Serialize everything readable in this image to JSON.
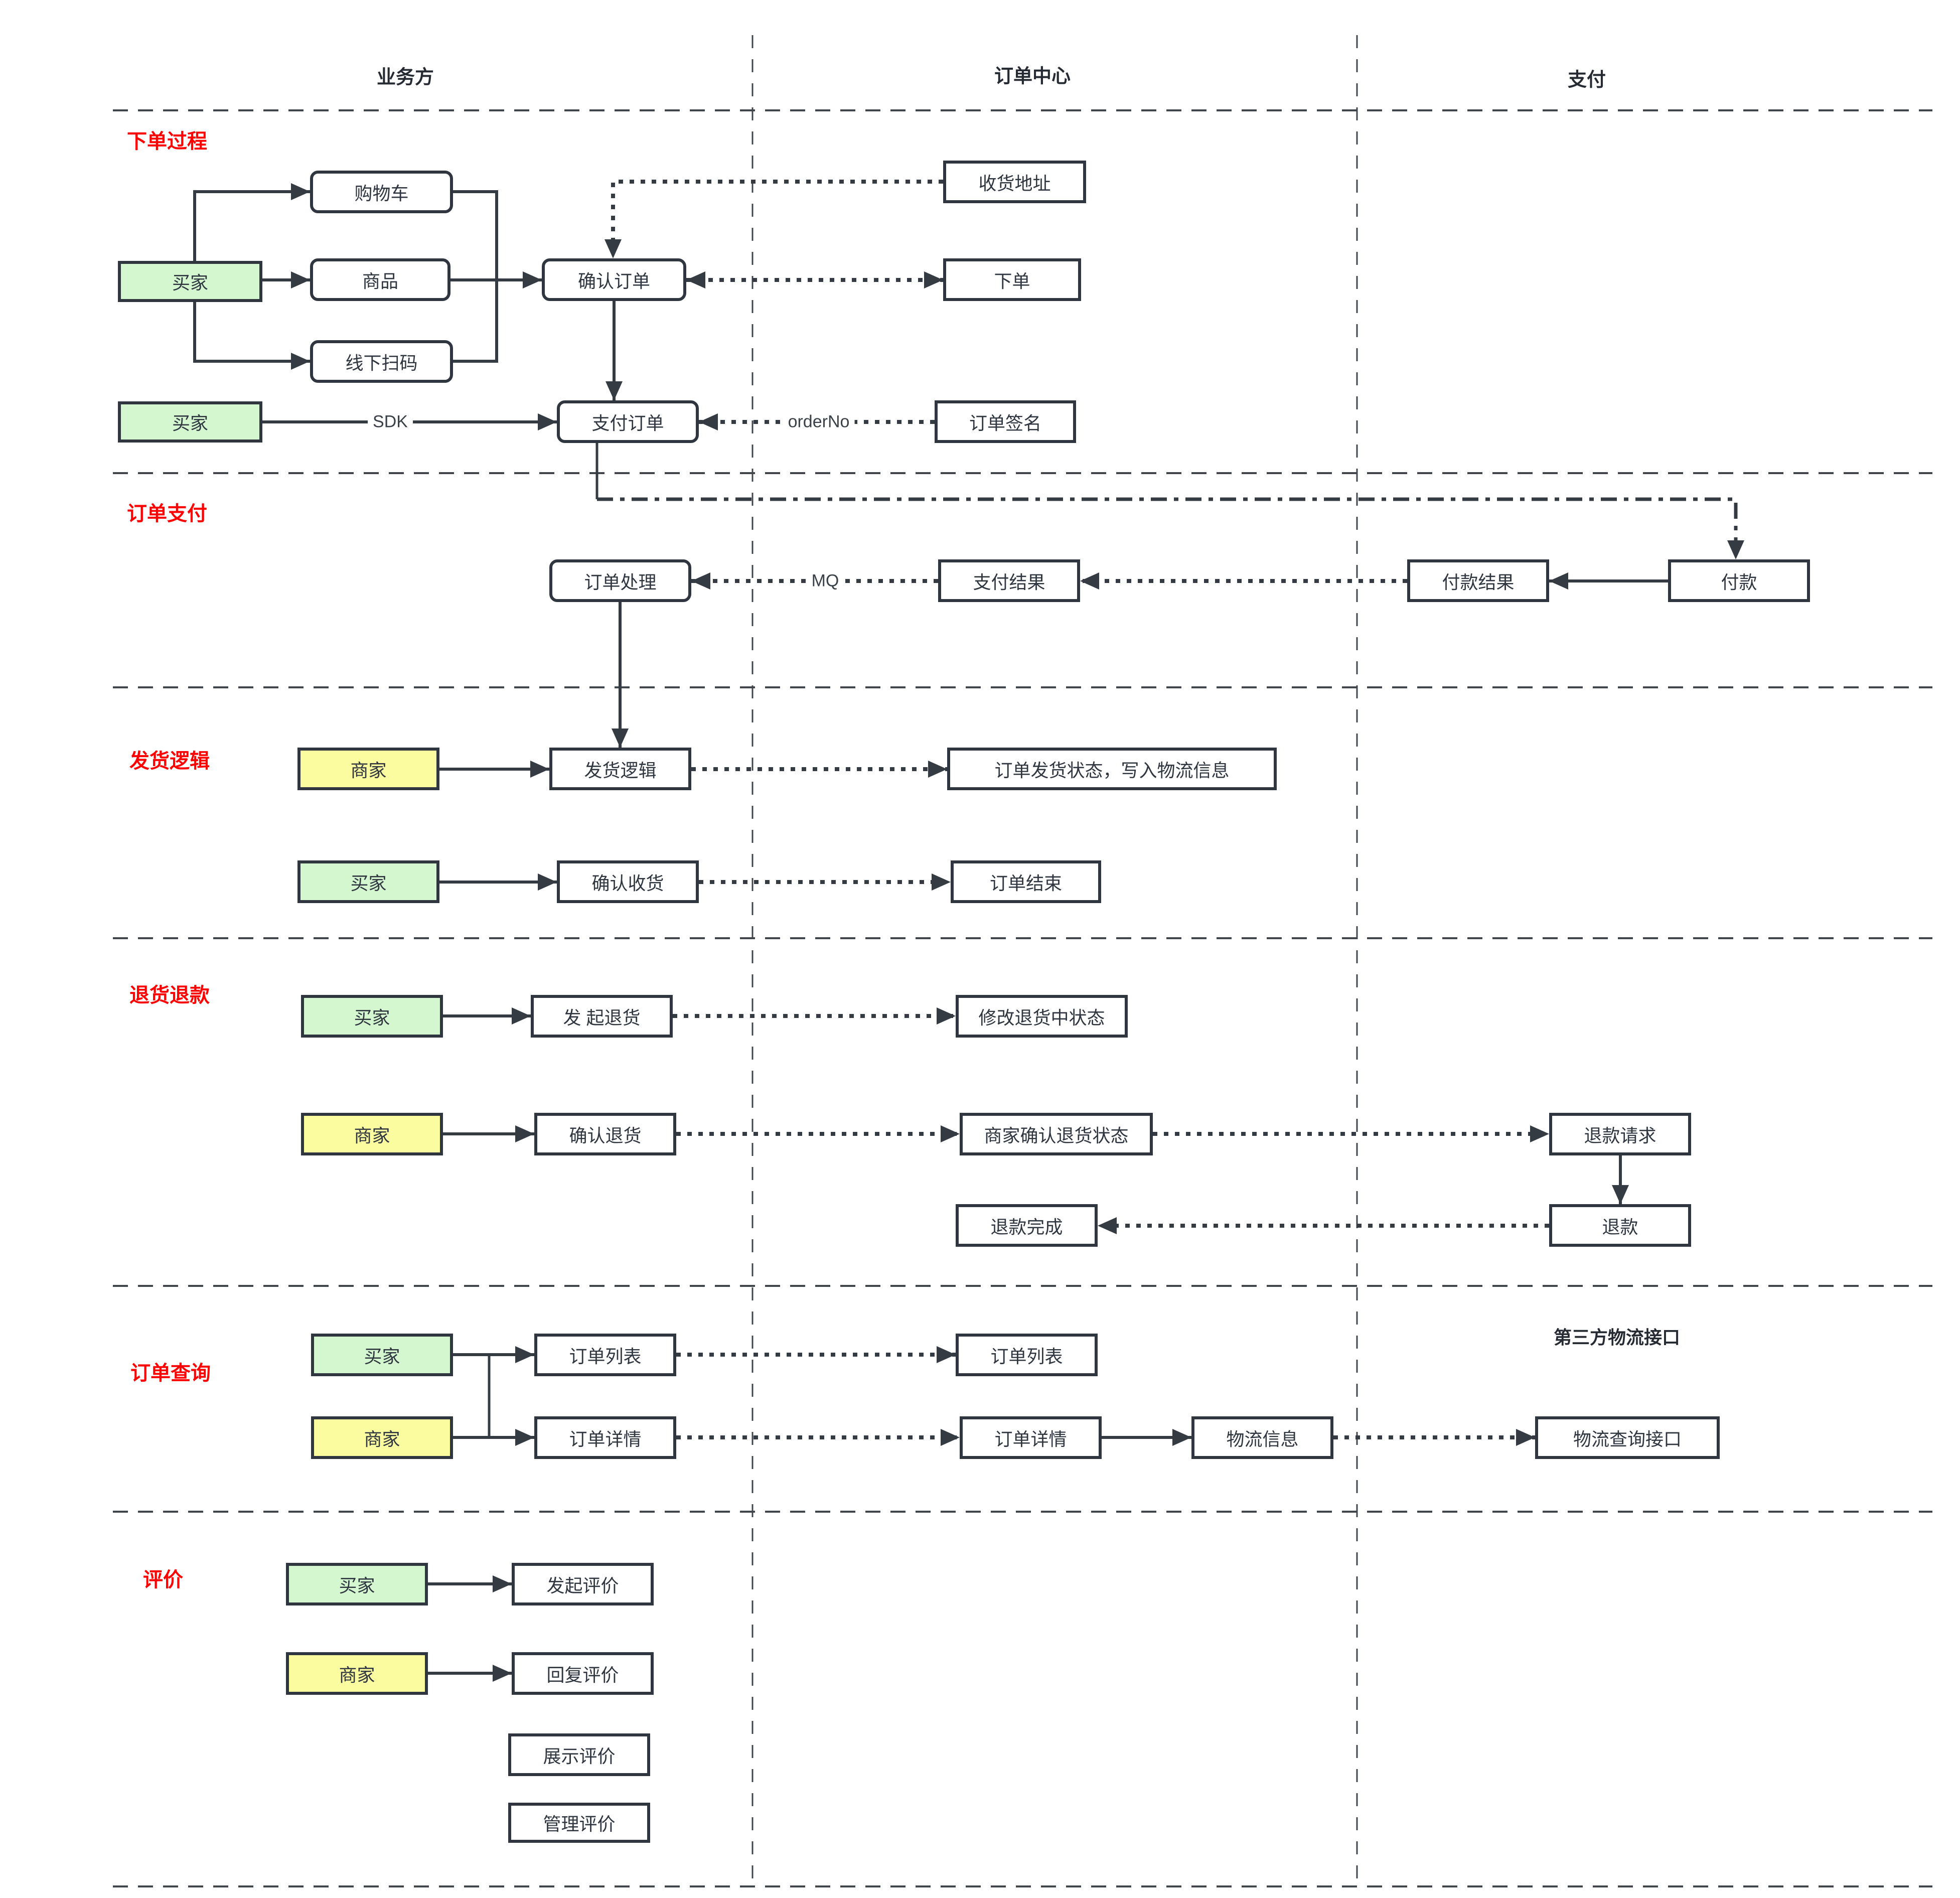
{
  "colors": {
    "actor_green": "#d4f7d0",
    "actor_yellow": "#fbfb9f",
    "border_dark": "#2f3640",
    "line": "#343b43",
    "section_title_red": "#ff0000"
  },
  "lanes": {
    "business": "业务方",
    "order_center": "订单中心",
    "payment": "支付"
  },
  "edge_labels": {
    "sdk": "SDK",
    "order_no": "orderNo",
    "mq": "MQ"
  },
  "sections": {
    "place_order": {
      "title": "下单过程",
      "nodes": {
        "buyer1": "买家",
        "cart": "购物车",
        "goods": "商品",
        "offline_scan": "线下扫码",
        "confirm_order": "确认订单",
        "ship_address": "收货地址",
        "place": "下单",
        "buyer2": "买家",
        "pay_order": "支付订单",
        "order_sign": "订单签名"
      }
    },
    "order_payment": {
      "title": "订单支付",
      "nodes": {
        "order_process": "订单处理",
        "pay_result_center": "支付结果",
        "pay_result": "付款结果",
        "pay": "付款"
      }
    },
    "shipping": {
      "title": "发货逻辑",
      "nodes": {
        "merchant": "商家",
        "ship_logic": "发货逻辑",
        "ship_status": "订单发货状态，写入物流信息",
        "buyer": "买家",
        "confirm_receipt": "确认收货",
        "order_end": "订单结束"
      }
    },
    "refund": {
      "title": "退货退款",
      "nodes": {
        "buyer": "买家",
        "initiate_return": "发 起退货",
        "modify_status": "修改退货中状态",
        "merchant": "商家",
        "confirm_return": "确认退货",
        "merchant_confirm_status": "商家确认退货状态",
        "refund_request": "退款请求",
        "refund_done": "退款完成",
        "refund": "退款"
      }
    },
    "order_query": {
      "title": "订单查询",
      "subtitle": "第三方物流接口",
      "nodes": {
        "buyer": "买家",
        "order_list": "订单列表",
        "order_list_center": "订单列表",
        "merchant": "商家",
        "order_detail": "订单详情",
        "order_detail_center": "订单详情",
        "logistics_info": "物流信息",
        "logistics_api": "物流查询接口"
      }
    },
    "review": {
      "title": "评价",
      "nodes": {
        "buyer": "买家",
        "create_review": "发起评价",
        "merchant": "商家",
        "reply_review": "回复评价",
        "show_review": "展示评价",
        "manage_review": "管理评价"
      }
    }
  }
}
